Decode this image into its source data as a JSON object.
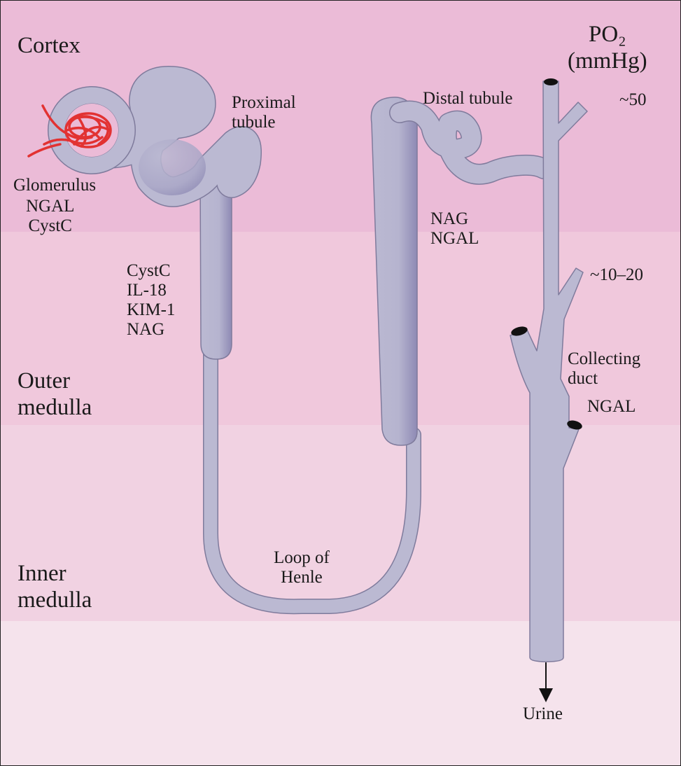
{
  "colors": {
    "cortex": "#ebbbd7",
    "outer_medulla": "#f0c8dc",
    "inner_medulla": "#f1d2e2",
    "pelvis": "#f5e3ec",
    "tubule": "#bbb9d2",
    "tubule_shadow": "#8e8ab4",
    "tubule_outline": "#7f7b9c",
    "glomerulus": "#e23232"
  },
  "zones": {
    "cortex": "Cortex",
    "outer_medulla": "Outer\nmedulla",
    "inner_medulla": "Inner\nmedulla"
  },
  "po2": {
    "header": "PO₂\n(mmHg)",
    "cortex_value": "~50",
    "medulla_value": "~10–20"
  },
  "structures": {
    "proximal_tubule": "Proximal\ntubule",
    "distal_tubule": "Distal tubule",
    "glomerulus": "Glomerulus",
    "loop_of_henle": "Loop of\nHenle",
    "collecting_duct": "Collecting\nduct",
    "urine": "Urine"
  },
  "biomarkers": {
    "glomerulus": "NGAL\nCystC",
    "proximal_tubule": "CystC\nIL-18\nKIM-1\nNAG",
    "distal_tubule": "NAG\nNGAL",
    "collecting_duct": "NGAL"
  }
}
